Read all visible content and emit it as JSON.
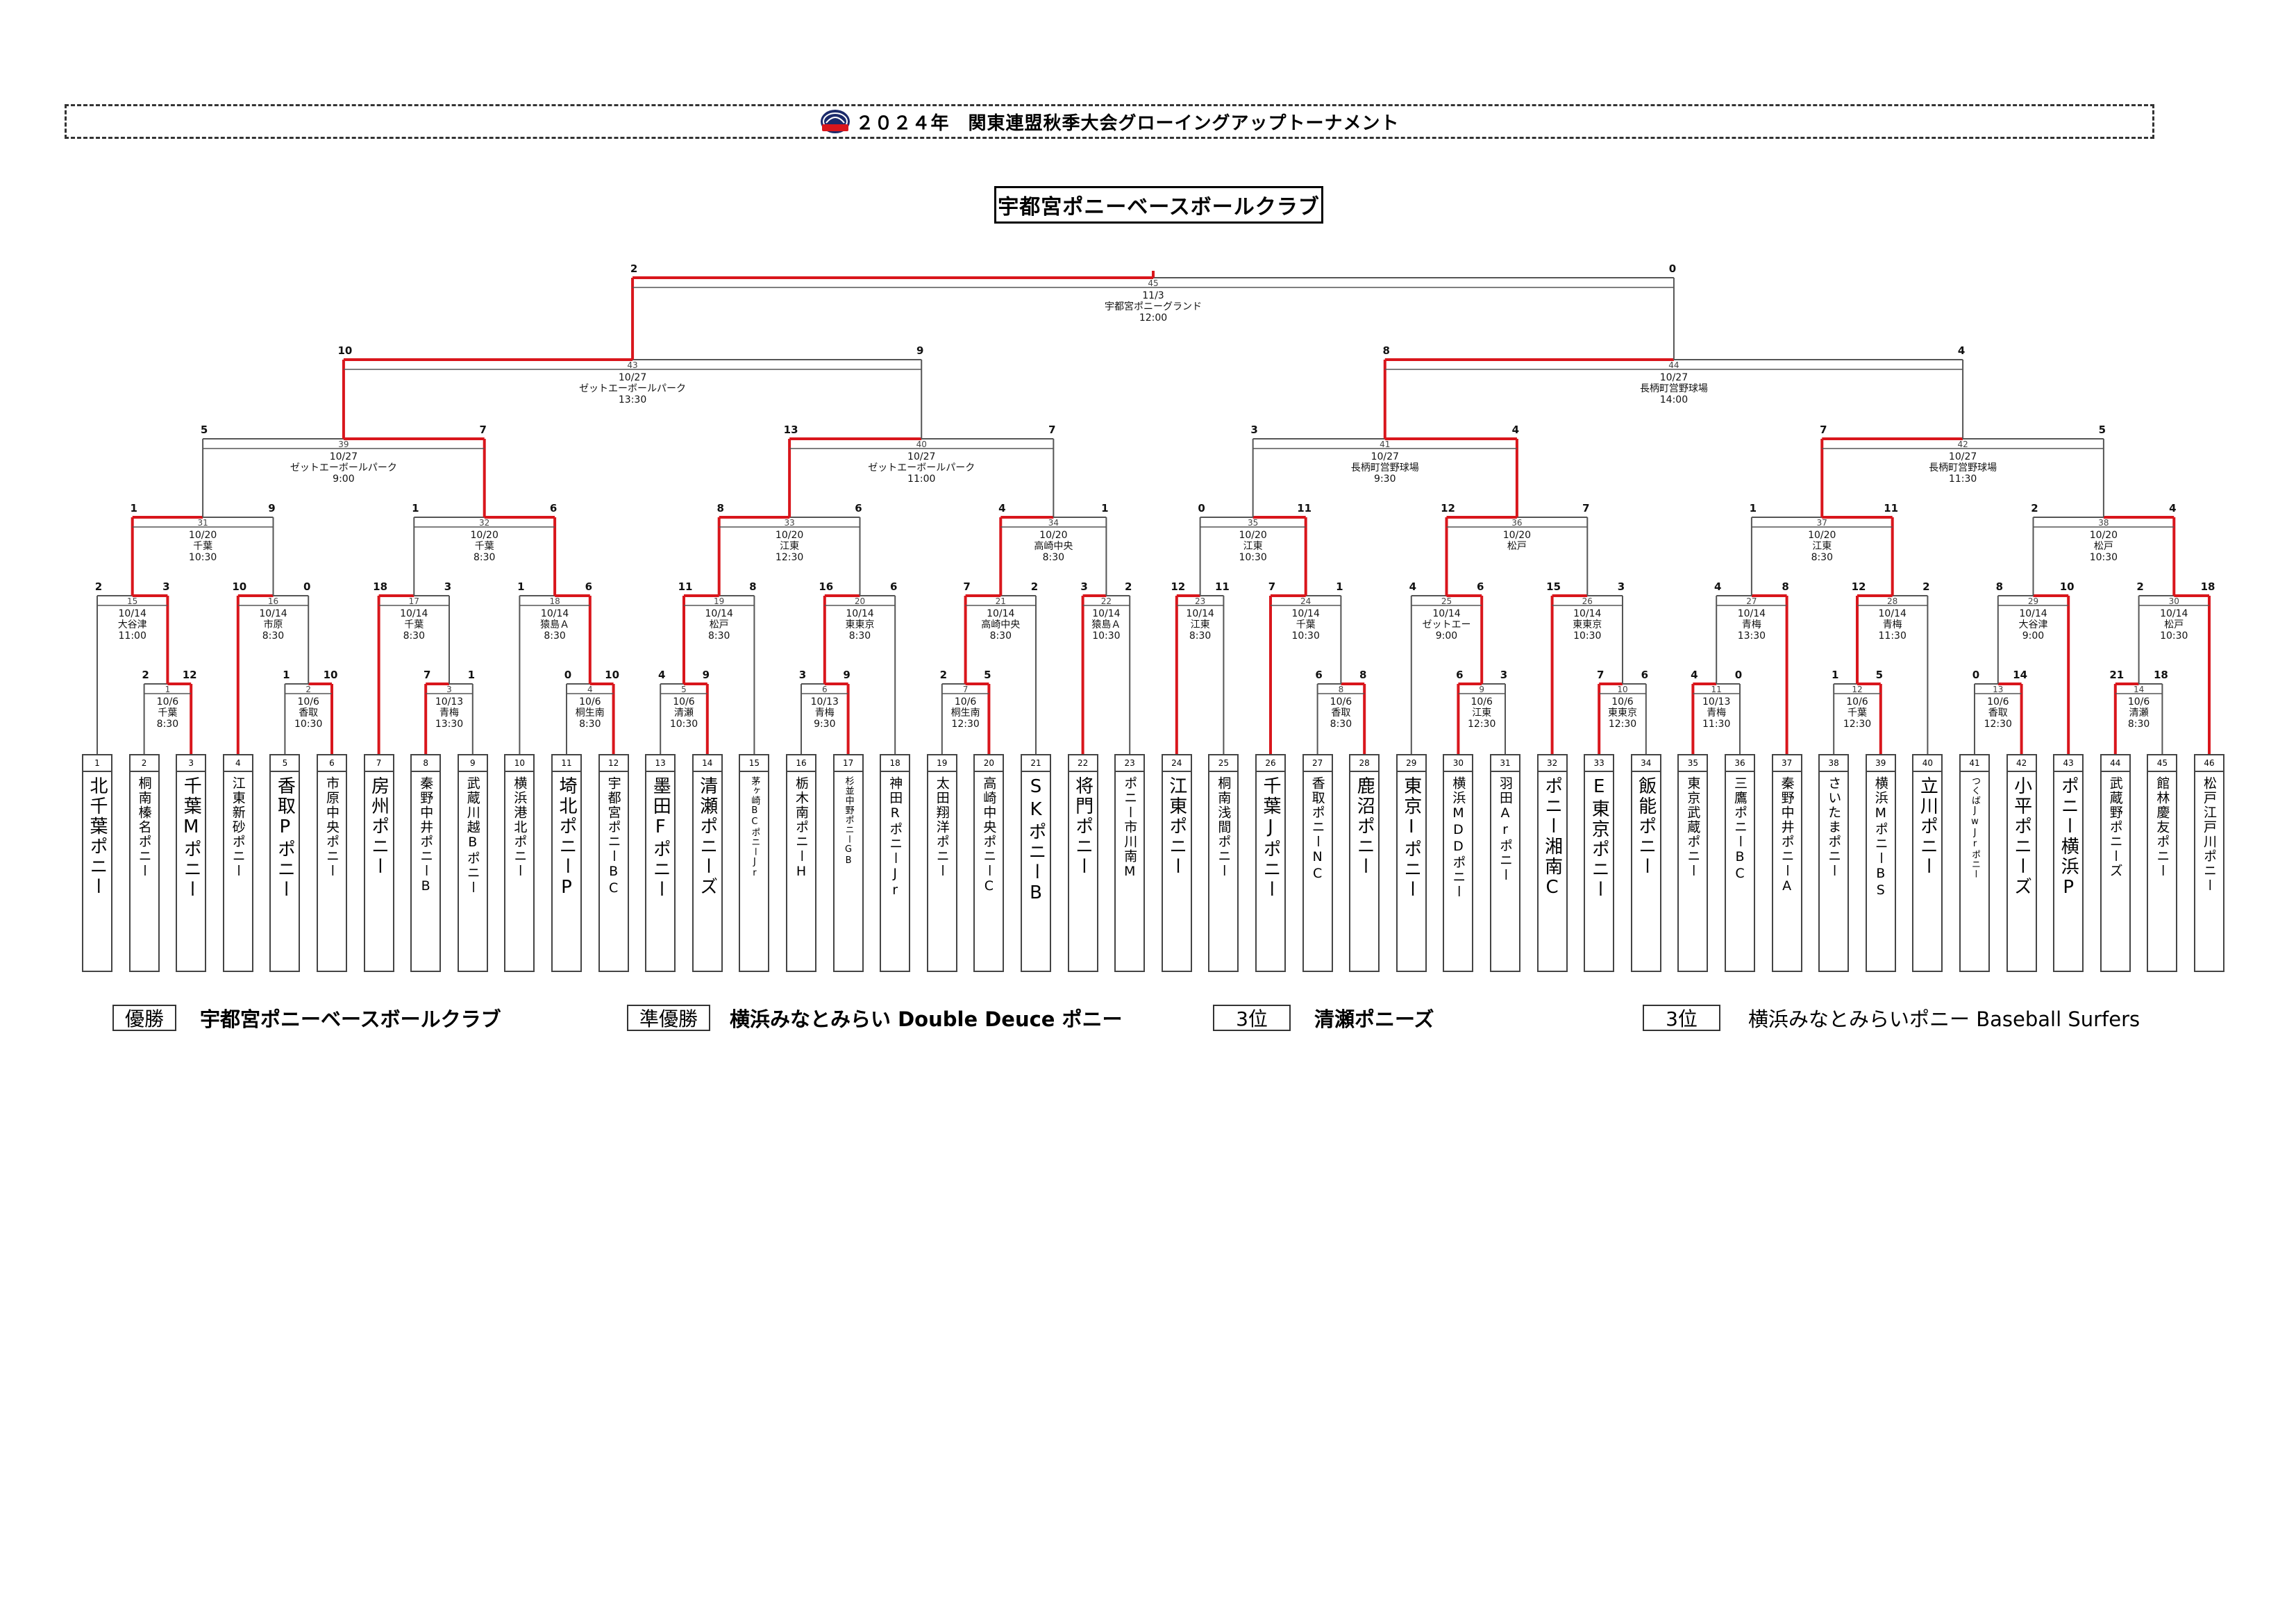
{
  "title": "２０２４年　関東連盟秋季大会グローイングアップトーナメント",
  "champion": "宇都宮ポニーベースボールクラブ",
  "results": [
    {
      "label": "優勝",
      "team": "宇都宮ポニーベースボールクラブ"
    },
    {
      "label": "準優勝",
      "team": "横浜みなとみらい Double Deuce ポニー"
    },
    {
      "label": "3位",
      "team": "清瀬ポニーズ"
    },
    {
      "label": "3位",
      "team": "横浜みなとみらいポニー Baseball Surfers"
    }
  ],
  "teams": [
    {
      "no": "1",
      "name": "北千葉ポニー"
    },
    {
      "no": "2",
      "name": "桐南榛名ポニー"
    },
    {
      "no": "3",
      "name": "千葉Mポニー"
    },
    {
      "no": "4",
      "name": "江東新砂ポニー"
    },
    {
      "no": "5",
      "name": "香取Pポニー"
    },
    {
      "no": "6",
      "name": "市原中央ポニー"
    },
    {
      "no": "7",
      "name": "房州ポニー"
    },
    {
      "no": "8",
      "name": "秦野中井ポニーB"
    },
    {
      "no": "9",
      "name": "武蔵川越Bポニー"
    },
    {
      "no": "10",
      "name": "横浜港北ポニー"
    },
    {
      "no": "11",
      "name": "埼北ポニーP"
    },
    {
      "no": "12",
      "name": "宇都宮ポニーBC"
    },
    {
      "no": "13",
      "name": "墨田Fポニー"
    },
    {
      "no": "14",
      "name": "清瀬ポニーズ"
    },
    {
      "no": "15",
      "name": "茅ヶ崎BCポニーJr"
    },
    {
      "no": "16",
      "name": "栃木南ポニーH"
    },
    {
      "no": "17",
      "name": "杉並中野ポニーGB"
    },
    {
      "no": "18",
      "name": "神田RポニーJr"
    },
    {
      "no": "19",
      "name": "太田翔洋ポニー"
    },
    {
      "no": "20",
      "name": "高崎中央ポニーC"
    },
    {
      "no": "21",
      "name": "SKポニーB"
    },
    {
      "no": "22",
      "name": "将門ポニー"
    },
    {
      "no": "23",
      "name": "ポニー市川南M"
    },
    {
      "no": "24",
      "name": "江東ポニー"
    },
    {
      "no": "25",
      "name": "桐南浅間ポニー"
    },
    {
      "no": "26",
      "name": "千葉Jポニー"
    },
    {
      "no": "27",
      "name": "香取ポニーNC"
    },
    {
      "no": "28",
      "name": "鹿沼ポニー"
    },
    {
      "no": "29",
      "name": "東京Iポニー"
    },
    {
      "no": "30",
      "name": "横浜MDDポニー"
    },
    {
      "no": "31",
      "name": "羽田Arポニー"
    },
    {
      "no": "32",
      "name": "ポニー湘南C"
    },
    {
      "no": "33",
      "name": "E東京ポニー"
    },
    {
      "no": "34",
      "name": "飯能ポニー"
    },
    {
      "no": "35",
      "name": "東京武蔵ポニー"
    },
    {
      "no": "36",
      "name": "三鷹ポニーBC"
    },
    {
      "no": "37",
      "name": "秦野中井ポニーA"
    },
    {
      "no": "38",
      "name": "さいたまポニー"
    },
    {
      "no": "39",
      "name": "横浜MポニーBS"
    },
    {
      "no": "40",
      "name": "立川ポニー"
    },
    {
      "no": "41",
      "name": "つくばJwJrポニー"
    },
    {
      "no": "42",
      "name": "小平ポニーズ"
    },
    {
      "no": "43",
      "name": "ポニー横浜P"
    },
    {
      "no": "44",
      "name": "武蔵野ポニーズ"
    },
    {
      "no": "45",
      "name": "館林慶友ポニー"
    },
    {
      "no": "46",
      "name": "松戸江戸川ポニー"
    }
  ],
  "matches": [
    {
      "id": "1",
      "info": [
        "10/6",
        "千葉",
        "8:30"
      ],
      "scores": [
        "2",
        "12"
      ],
      "winner": "R"
    },
    {
      "id": "2",
      "info": [
        "10/6",
        "香取",
        "10:30"
      ],
      "scores": [
        "1",
        "10"
      ],
      "winner": "R"
    },
    {
      "id": "3",
      "info": [
        "10/13",
        "青梅",
        "13:30"
      ],
      "scores": [
        "7",
        "1"
      ],
      "winner": "L"
    },
    {
      "id": "4",
      "info": [
        "10/6",
        "桐生南",
        "8:30"
      ],
      "scores": [
        "0",
        "10"
      ],
      "winner": "R"
    },
    {
      "id": "5",
      "info": [
        "10/6",
        "清瀬",
        "10:30"
      ],
      "scores": [
        "4",
        "9"
      ],
      "winner": "R"
    },
    {
      "id": "6",
      "info": [
        "10/13",
        "青梅",
        "9:30"
      ],
      "scores": [
        "3",
        "9"
      ],
      "winner": "R"
    },
    {
      "id": "7",
      "info": [
        "10/6",
        "桐生南",
        "12:30"
      ],
      "scores": [
        "2",
        "5"
      ],
      "winner": "R"
    },
    {
      "id": "8",
      "info": [
        "10/6",
        "香取",
        "8:30"
      ],
      "scores": [
        "6",
        "8"
      ],
      "winner": "R"
    },
    {
      "id": "9",
      "info": [
        "10/6",
        "江東",
        "12:30"
      ],
      "scores": [
        "6",
        "3"
      ],
      "winner": "L"
    },
    {
      "id": "10",
      "info": [
        "10/6",
        "東東京",
        "12:30"
      ],
      "scores": [
        "7",
        "6"
      ],
      "winner": "L"
    },
    {
      "id": "11",
      "info": [
        "10/13",
        "青梅",
        "11:30"
      ],
      "scores": [
        "4",
        "0"
      ],
      "winner": "L"
    },
    {
      "id": "12",
      "info": [
        "10/6",
        "千葉",
        "12:30"
      ],
      "scores": [
        "1",
        "5"
      ],
      "winner": "R"
    },
    {
      "id": "13",
      "info": [
        "10/6",
        "香取",
        "12:30"
      ],
      "scores": [
        "0",
        "14"
      ],
      "winner": "R"
    },
    {
      "id": "14",
      "info": [
        "10/6",
        "清瀬",
        "8:30"
      ],
      "scores": [
        "21",
        "18"
      ],
      "winner": "L"
    },
    {
      "id": "15",
      "info": [
        "10/14",
        "大谷津",
        "11:00"
      ],
      "scores": [
        "2",
        "3"
      ],
      "winner": "R"
    },
    {
      "id": "16",
      "info": [
        "10/14",
        "市原",
        "8:30"
      ],
      "scores": [
        "10",
        "0"
      ],
      "winner": "L"
    },
    {
      "id": "17",
      "info": [
        "10/14",
        "千葉",
        "8:30"
      ],
      "scores": [
        "18",
        "3"
      ],
      "winner": "L"
    },
    {
      "id": "18",
      "info": [
        "10/14",
        "猿島Ａ",
        "8:30"
      ],
      "scores": [
        "1",
        "6"
      ],
      "winner": "R"
    },
    {
      "id": "19",
      "info": [
        "10/14",
        "松戸",
        "8:30"
      ],
      "scores": [
        "11",
        "8"
      ],
      "winner": "L"
    },
    {
      "id": "20",
      "info": [
        "10/14",
        "東東京",
        "8:30"
      ],
      "scores": [
        "16",
        "6"
      ],
      "winner": "L"
    },
    {
      "id": "21",
      "info": [
        "10/14",
        "高崎中央",
        "8:30"
      ],
      "scores": [
        "7",
        "2"
      ],
      "winner": "L"
    },
    {
      "id": "22",
      "info": [
        "10/14",
        "猿島Ａ",
        "10:30"
      ],
      "scores": [
        "3",
        "2"
      ],
      "winner": "L"
    },
    {
      "id": "23",
      "info": [
        "10/14",
        "江東",
        "8:30"
      ],
      "scores": [
        "12",
        "11"
      ],
      "winner": "L"
    },
    {
      "id": "24",
      "info": [
        "10/14",
        "千葉",
        "10:30"
      ],
      "scores": [
        "7",
        "1"
      ],
      "winner": "L"
    },
    {
      "id": "25",
      "info": [
        "10/14",
        "ゼットエー",
        "9:00"
      ],
      "scores": [
        "4",
        "6"
      ],
      "winner": "R"
    },
    {
      "id": "26",
      "info": [
        "10/14",
        "東東京",
        "10:30"
      ],
      "scores": [
        "15",
        "3"
      ],
      "winner": "L"
    },
    {
      "id": "27",
      "info": [
        "10/14",
        "青梅",
        "13:30"
      ],
      "scores": [
        "4",
        "8"
      ],
      "winner": "R"
    },
    {
      "id": "28",
      "info": [
        "10/14",
        "青梅",
        "11:30"
      ],
      "scores": [
        "12",
        "2"
      ],
      "winner": "L"
    },
    {
      "id": "29",
      "info": [
        "10/14",
        "大谷津",
        "9:00"
      ],
      "scores": [
        "8",
        "10"
      ],
      "winner": "R"
    },
    {
      "id": "30",
      "info": [
        "10/14",
        "松戸",
        "10:30"
      ],
      "scores": [
        "2",
        "18"
      ],
      "winner": "R"
    },
    {
      "id": "31",
      "info": [
        "10/20",
        "千葉",
        "10:30"
      ],
      "scores": [
        "1",
        "9"
      ],
      "winner": "L"
    },
    {
      "id": "32",
      "info": [
        "10/20",
        "千葉",
        "8:30"
      ],
      "scores": [
        "1",
        "6"
      ],
      "winner": "R"
    },
    {
      "id": "33",
      "info": [
        "10/20",
        "江東",
        "12:30"
      ],
      "scores": [
        "8",
        "6"
      ],
      "winner": "L"
    },
    {
      "id": "34",
      "info": [
        "10/20",
        "高崎中央",
        "8:30"
      ],
      "scores": [
        "4",
        "1"
      ],
      "winner": "L"
    },
    {
      "id": "35",
      "info": [
        "10/20",
        "江東",
        "10:30"
      ],
      "scores": [
        "0",
        "11"
      ],
      "winner": "R"
    },
    {
      "id": "36",
      "info": [
        "10/20",
        "松戸"
      ],
      "scores": [
        "12",
        "7"
      ],
      "winner": "L"
    },
    {
      "id": "37",
      "info": [
        "10/20",
        "江東",
        "8:30"
      ],
      "scores": [
        "1",
        "11"
      ],
      "winner": "R"
    },
    {
      "id": "38",
      "info": [
        "10/20",
        "松戸",
        "10:30"
      ],
      "scores": [
        "2",
        "4"
      ],
      "winner": "R"
    },
    {
      "id": "39",
      "info": [
        "10/27",
        "ゼットエーボールパーク",
        "9:00"
      ],
      "scores": [
        "5",
        "7"
      ],
      "winner": "R"
    },
    {
      "id": "40",
      "info": [
        "10/27",
        "ゼットエーボールパーク",
        "11:00"
      ],
      "scores": [
        "13",
        "7"
      ],
      "winner": "L"
    },
    {
      "id": "41",
      "info": [
        "10/27",
        "長柄町営野球場",
        "9:30"
      ],
      "scores": [
        "3",
        "4"
      ],
      "winner": "R"
    },
    {
      "id": "42",
      "info": [
        "10/27",
        "長柄町営野球場",
        "11:30"
      ],
      "scores": [
        "7",
        "5"
      ],
      "winner": "L"
    },
    {
      "id": "43",
      "info": [
        "10/27",
        "ゼットエーボールパーク",
        "13:30"
      ],
      "scores": [
        "10",
        "9"
      ],
      "winner": "L"
    },
    {
      "id": "44",
      "info": [
        "10/27",
        "長柄町営野球場",
        "14:00"
      ],
      "scores": [
        "8",
        "4"
      ],
      "winner": "L"
    },
    {
      "id": "45",
      "info": [
        "11/3",
        "宇都宮ポニーグランド",
        "12:00"
      ],
      "scores": [
        "2",
        "0"
      ],
      "winner": "L"
    }
  ],
  "colors": {
    "win_line": "#d9161c",
    "line": "#555555"
  },
  "logo_icon": "pony-baseball-logo"
}
